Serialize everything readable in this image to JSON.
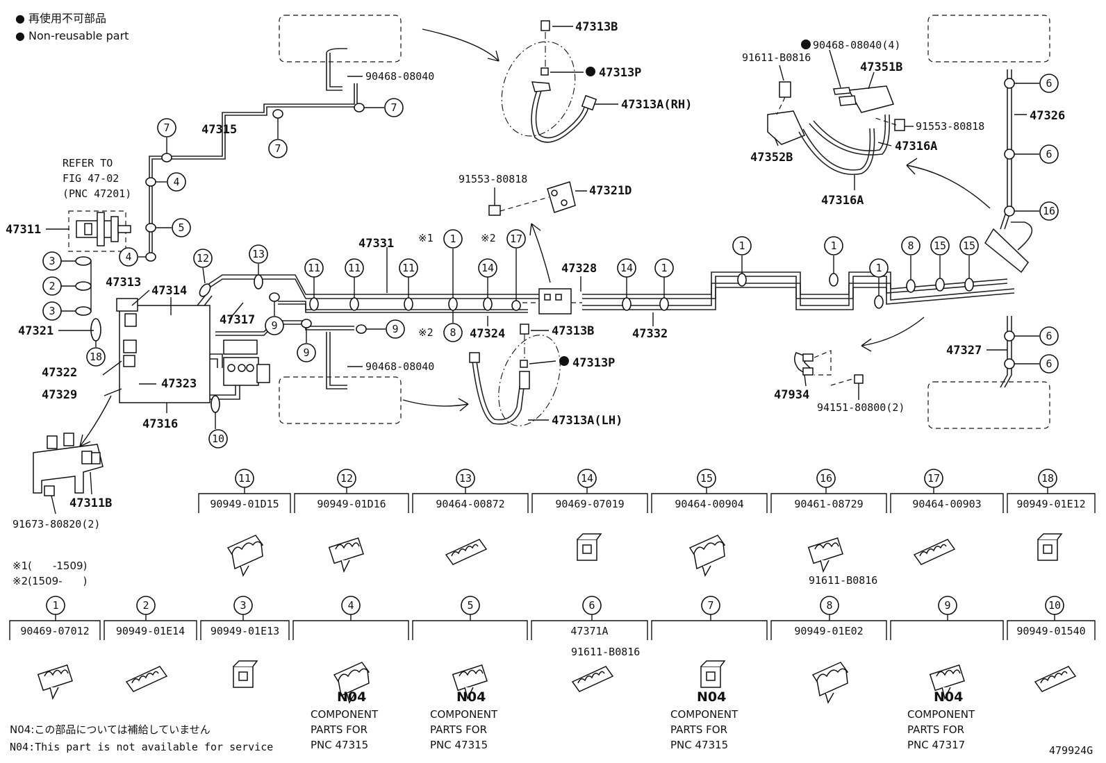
{
  "legend": {
    "line1": "● 再使用不可部品",
    "line2": "● Non-reusable part"
  },
  "labels": {
    "p47315": "47315",
    "p47311": "47311",
    "p47313": "47313",
    "p47314": "47314",
    "p47321": "47321",
    "p47317": "47317",
    "p47322": "47322",
    "p47329": "47329",
    "p47323": "47323",
    "p47316": "47316",
    "p47311B": "47311B",
    "p91673": "91673-80820(2)",
    "p47331": "47331",
    "p47324": "47324",
    "p47328": "47328",
    "p47332": "47332",
    "p47313B_top": "47313B",
    "p47313P_top": "47313P",
    "p47313A_RH": "47313A(RH)",
    "p47313B_bot": "47313B",
    "p47313P_bot": "47313P",
    "p47313A_LH": "47313A(LH)",
    "p90468_top": "90468-08040",
    "p90468_bot": "90468-08040",
    "p91553_mid": "91553-80818",
    "p47321D": "47321D",
    "p90468_4": "90468-08040(4)",
    "p91611": "91611-B0816",
    "p47351B": "47351B",
    "p91553_right": "91553-80818",
    "p47352B": "47352B",
    "p47316A_a": "47316A",
    "p47316A_b": "47316A",
    "p47326": "47326",
    "p47327": "47327",
    "p47934": "47934",
    "p94151": "94151-80800(2)",
    "refer1": "REFER TO",
    "refer2": "FIG 47-02",
    "refer3": "(PNC 47201)",
    "mark1": "※1",
    "mark2a": "※2",
    "mark2b": "※2"
  },
  "footnotes": {
    "f1": "※1(　　-1509)",
    "f2": "※2(1509-　　)",
    "n04_jp": "N04:この部品については補給していません",
    "n04_en": "N04:This part is not available for service",
    "figure_id": "479924G"
  },
  "clip_table": [
    {
      "ref": "11",
      "pn": "90949-01D15"
    },
    {
      "ref": "12",
      "pn": "90949-01D16"
    },
    {
      "ref": "13",
      "pn": "90464-00872"
    },
    {
      "ref": "14",
      "pn": "90469-07019"
    },
    {
      "ref": "15",
      "pn": "90464-00904"
    },
    {
      "ref": "16",
      "pn": "90461-08729",
      "extra": "91611-B0816"
    },
    {
      "ref": "17",
      "pn": "90464-00903"
    },
    {
      "ref": "18",
      "pn": "90949-01E12"
    },
    {
      "ref": "1",
      "pn": "90469-07012"
    },
    {
      "ref": "2",
      "pn": "90949-01E14"
    },
    {
      "ref": "3",
      "pn": "90949-01E13"
    },
    {
      "ref": "4",
      "pn": "",
      "code": "N04",
      "c1": "COMPONENT",
      "c2": "PARTS FOR",
      "c3": "PNC 47315"
    },
    {
      "ref": "5",
      "pn": "",
      "code": "N04",
      "c1": "COMPONENT",
      "c2": "PARTS FOR",
      "c3": "PNC 47315"
    },
    {
      "ref": "6",
      "pn": "47371A",
      "extra": "91611-B0816"
    },
    {
      "ref": "7",
      "pn": "",
      "code": "N04",
      "c1": "COMPONENT",
      "c2": "PARTS FOR",
      "c3": "PNC 47315"
    },
    {
      "ref": "8",
      "pn": "90949-01E02"
    },
    {
      "ref": "9",
      "pn": "",
      "code": "N04",
      "c1": "COMPONENT",
      "c2": "PARTS FOR",
      "c3": "PNC 47317"
    },
    {
      "ref": "10",
      "pn": "90949-01540"
    }
  ],
  "callouts": {
    "c1": "1",
    "c2": "2",
    "c3": "3",
    "c4": "4",
    "c5": "5",
    "c6": "6",
    "c7": "7",
    "c8": "8",
    "c9": "9",
    "c10": "10",
    "c11": "11",
    "c12": "12",
    "c13": "13",
    "c14": "14",
    "c15": "15",
    "c16": "16",
    "c17": "17",
    "c18": "18"
  }
}
